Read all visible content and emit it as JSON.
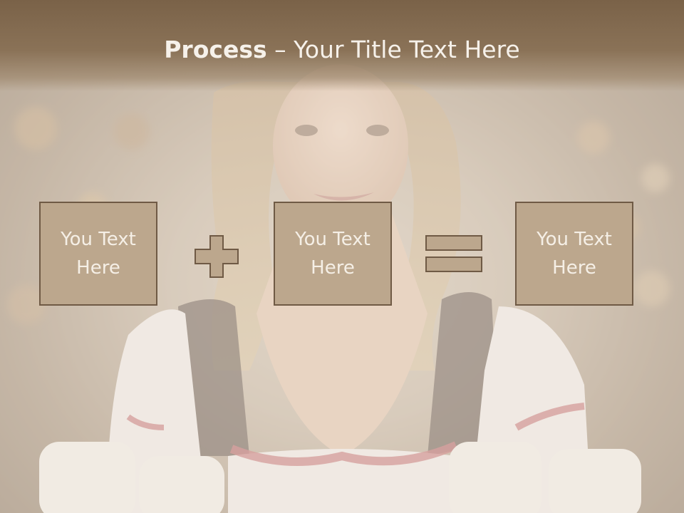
{
  "slide": {
    "title_bold": "Process",
    "title_rest": " – Your Title Text Here"
  },
  "boxes": [
    {
      "text": "You Text Here"
    },
    {
      "text": "You Text Here"
    },
    {
      "text": "You Text Here"
    }
  ],
  "operators": [
    "plus-icon",
    "equals-icon"
  ],
  "colors": {
    "header": "#7a6248",
    "box_fill": "#bca78d",
    "box_border": "#6f5a45",
    "text_light": "#f5efe6"
  }
}
